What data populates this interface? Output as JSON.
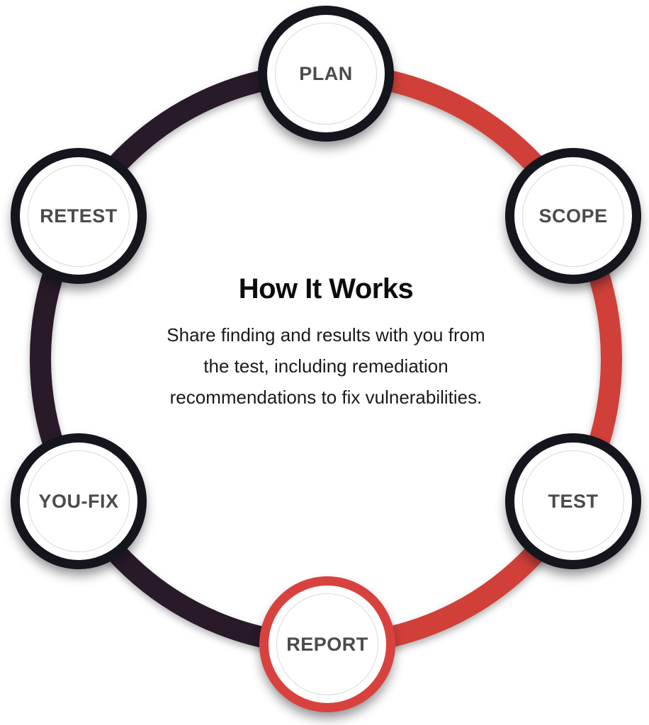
{
  "center": {
    "title": "How It Works",
    "description": "Share finding and results with you from\nthe test, including remediation\nrecommendations to fix vulnerabilities."
  },
  "nodes": [
    {
      "label": "PLAN",
      "ring": "dark"
    },
    {
      "label": "SCOPE",
      "ring": "dark"
    },
    {
      "label": "TEST",
      "ring": "dark"
    },
    {
      "label": "REPORT",
      "ring": "red"
    },
    {
      "label": "YOU-FIX",
      "ring": "dark"
    },
    {
      "label": "RETEST",
      "ring": "dark"
    }
  ],
  "colors": {
    "arc_red": "#d04039",
    "arc_dark": "#291a2a",
    "node_ring_dark": "#15151d",
    "node_ring_red": "#d8423e",
    "node_fill": "#ffffff",
    "node_hairline": "#d9d9d9",
    "node_label": "#4b4b4b",
    "title_text": "#0c0c0c",
    "body_text": "#1a1a1a"
  }
}
